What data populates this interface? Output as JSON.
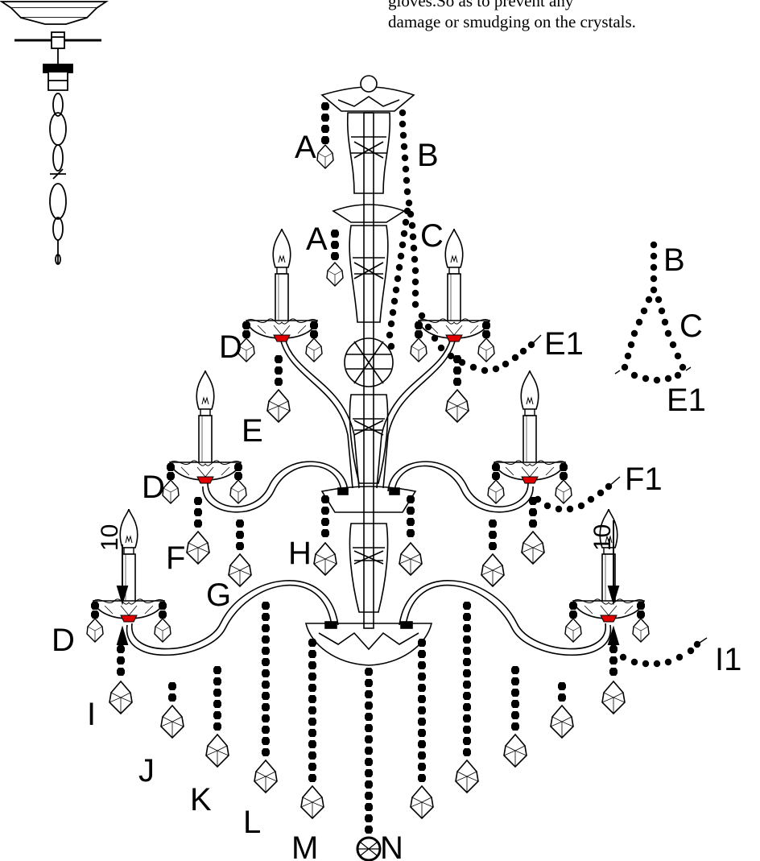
{
  "note": {
    "line1": "gloves.So as to prevent any",
    "line2": "damage or smudging on the crystals."
  },
  "labels": {
    "A_top": "A",
    "B_main": "B",
    "A_mid": "A",
    "C_main": "C",
    "D_upper": "D",
    "E1_main": "E1",
    "E": "E",
    "D_middle": "D",
    "F1": "F1",
    "F": "F",
    "G": "G",
    "H": "H",
    "D_lower": "D",
    "I1": "I1",
    "I": "I",
    "J": "J",
    "K": "K",
    "L": "L",
    "M": "M",
    "N": "N",
    "ten_left": "10",
    "ten_right": "10",
    "B_detail": "B",
    "C_detail": "C",
    "E1_detail": "E1"
  },
  "colors": {
    "line": "#000000",
    "highlight": "#e00000"
  }
}
